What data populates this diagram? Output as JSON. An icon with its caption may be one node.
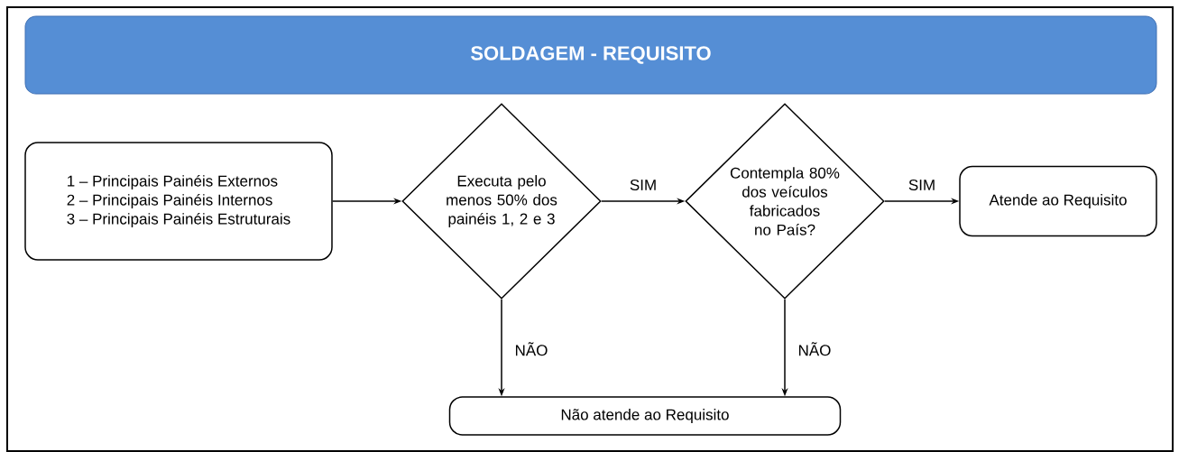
{
  "diagram": {
    "title": "SOLDAGEM - REQUISITO",
    "nodes": [
      {
        "text": [
          "1 – Principais Painéis Externos",
          "2 – Principais Painéis Internos",
          "3 – Principais Painéis Estruturais"
        ]
      },
      {
        "text": [
          "Executa pelo menos 50% dos painéis 1, 2 e 3"
        ]
      },
      {
        "text": [
          "Contempla 80% dos veículos fabricados no País?"
        ]
      },
      {
        "text": [
          "Atende ao Requisito"
        ]
      },
      {
        "text": [
          "Não atende ao Requisito"
        ]
      }
    ],
    "edges": [
      {
        "from": 0,
        "to": 1,
        "arrow": "to"
      },
      {
        "from": 1,
        "to": 2,
        "arrow": "to",
        "label": "SIM"
      },
      {
        "from": 2,
        "to": 3,
        "arrow": "to",
        "label": "SIM"
      },
      {
        "from": 1,
        "to": 4,
        "arrow": "to",
        "label": "NÃO"
      },
      {
        "from": 2,
        "to": 4,
        "arrow": "to",
        "label": "NÃO"
      }
    ]
  }
}
